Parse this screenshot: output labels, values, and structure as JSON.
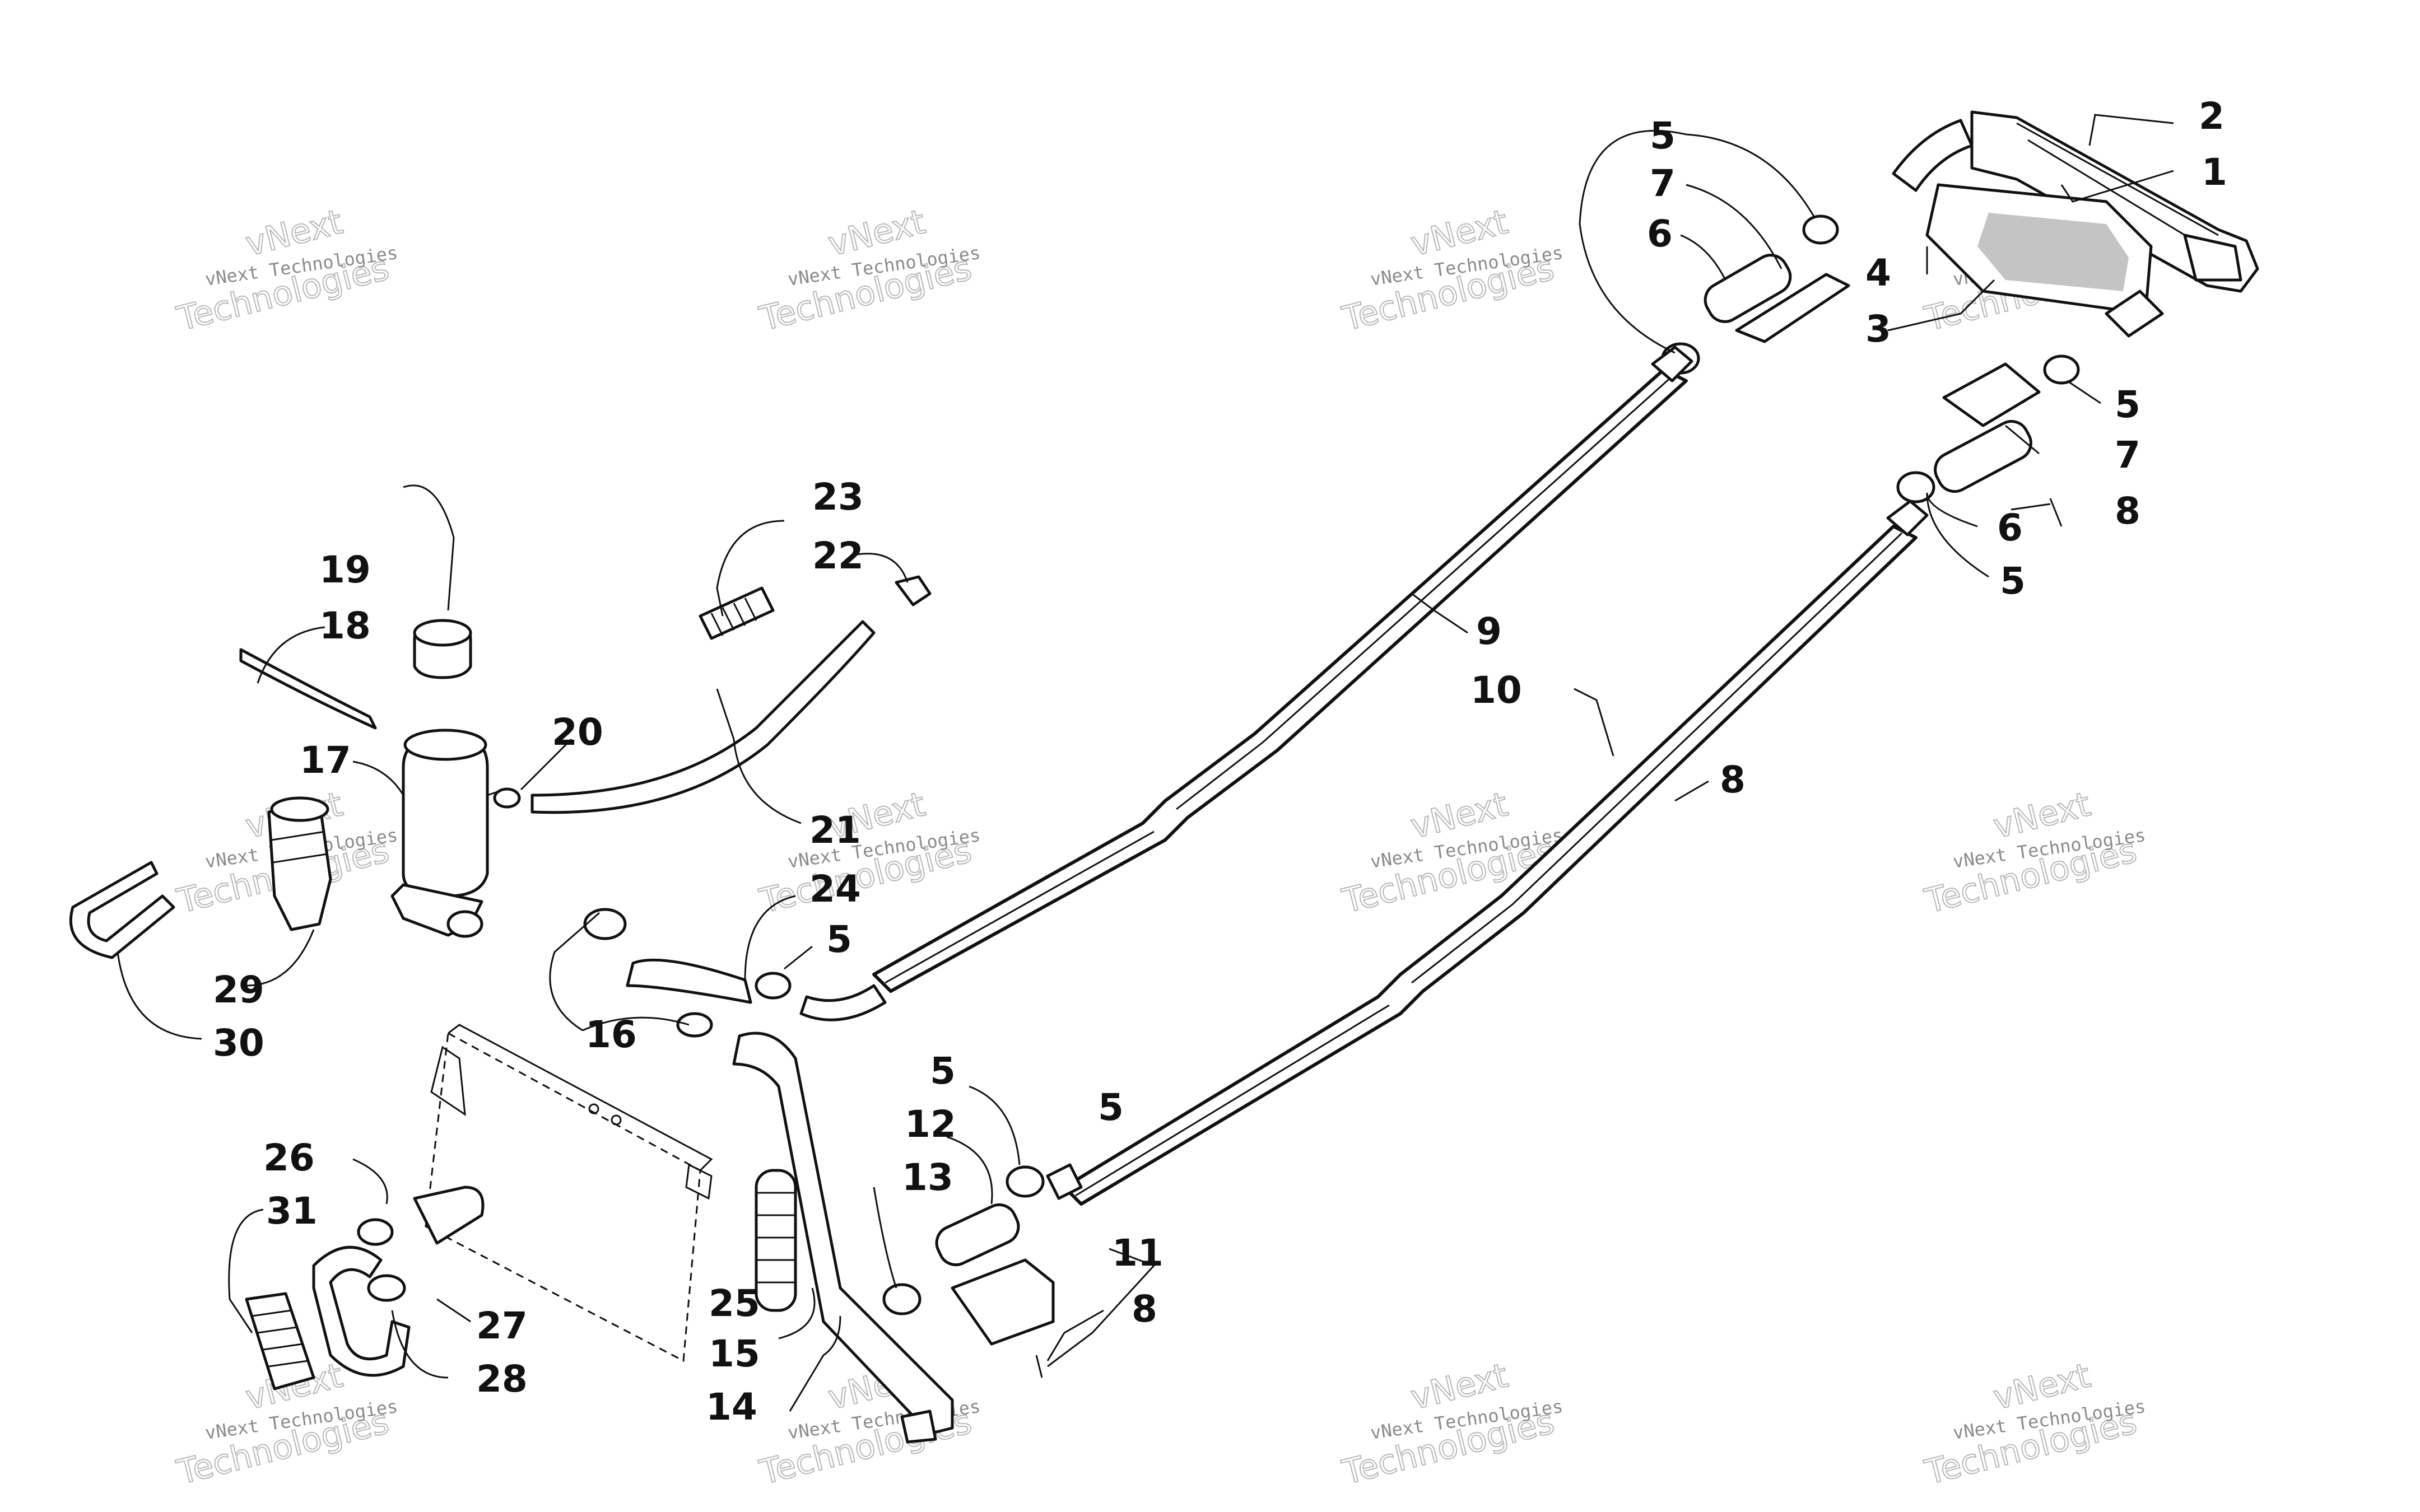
{
  "watermark": {
    "company_line": "vNext Technologies",
    "big_line_1": "vNext",
    "big_line_2": "Technologies"
  },
  "callouts": [
    "1",
    "2",
    "3",
    "4",
    "5",
    "5",
    "5",
    "5",
    "5",
    "5",
    "6",
    "6",
    "7",
    "7",
    "8",
    "8",
    "8",
    "9",
    "10",
    "11",
    "12",
    "13",
    "14",
    "15",
    "16",
    "17",
    "18",
    "19",
    "20",
    "21",
    "22",
    "23",
    "24",
    "25",
    "26",
    "27",
    "28",
    "29",
    "30",
    "31"
  ]
}
